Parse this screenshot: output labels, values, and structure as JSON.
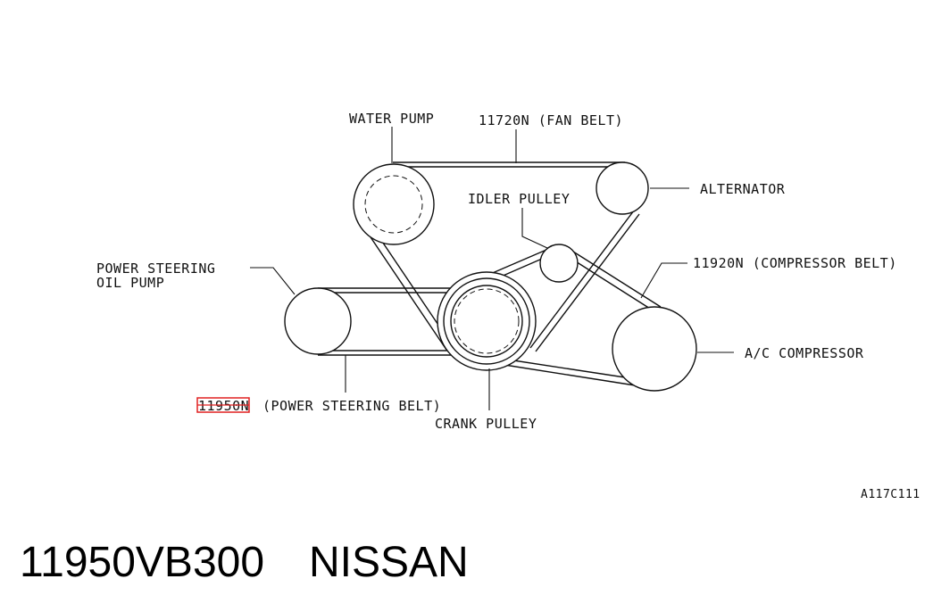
{
  "labels": {
    "water_pump": "WATER PUMP",
    "fan_belt": "11720N (FAN BELT)",
    "alternator": "ALTERNATOR",
    "idler_pulley": "IDLER PULLEY",
    "compressor_belt": "11920N (COMPRESSOR BELT)",
    "power_steering_line1": "POWER STEERING",
    "power_steering_line2": "OIL PUMP",
    "ac_compressor": "A/C COMPRESSOR",
    "power_steering_belt_code": "11950N",
    "power_steering_belt_text": "(POWER STEERING BELT)",
    "crank_pulley": "CRANK PULLEY",
    "figure_code": "A117C111"
  },
  "part_number": "11950VB300",
  "brand": "NISSAN",
  "highlight_color": "#e02020"
}
